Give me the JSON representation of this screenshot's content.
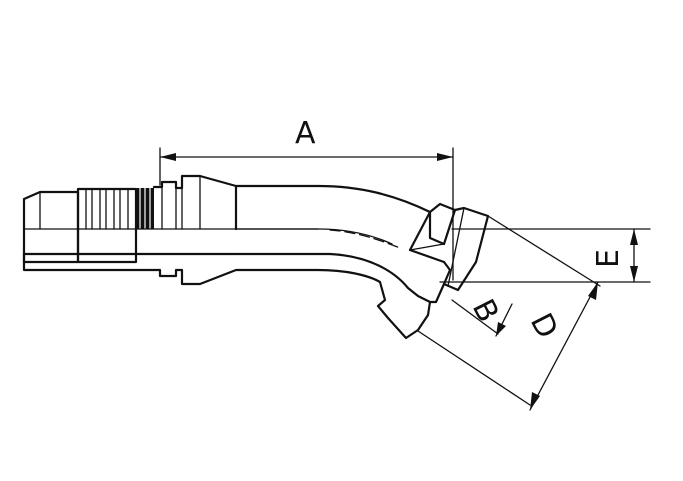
{
  "dimensions": {
    "a": "A",
    "b": "B",
    "d": "D",
    "e": "E"
  },
  "colors": {
    "line": "#111111",
    "background": "#ffffff"
  }
}
